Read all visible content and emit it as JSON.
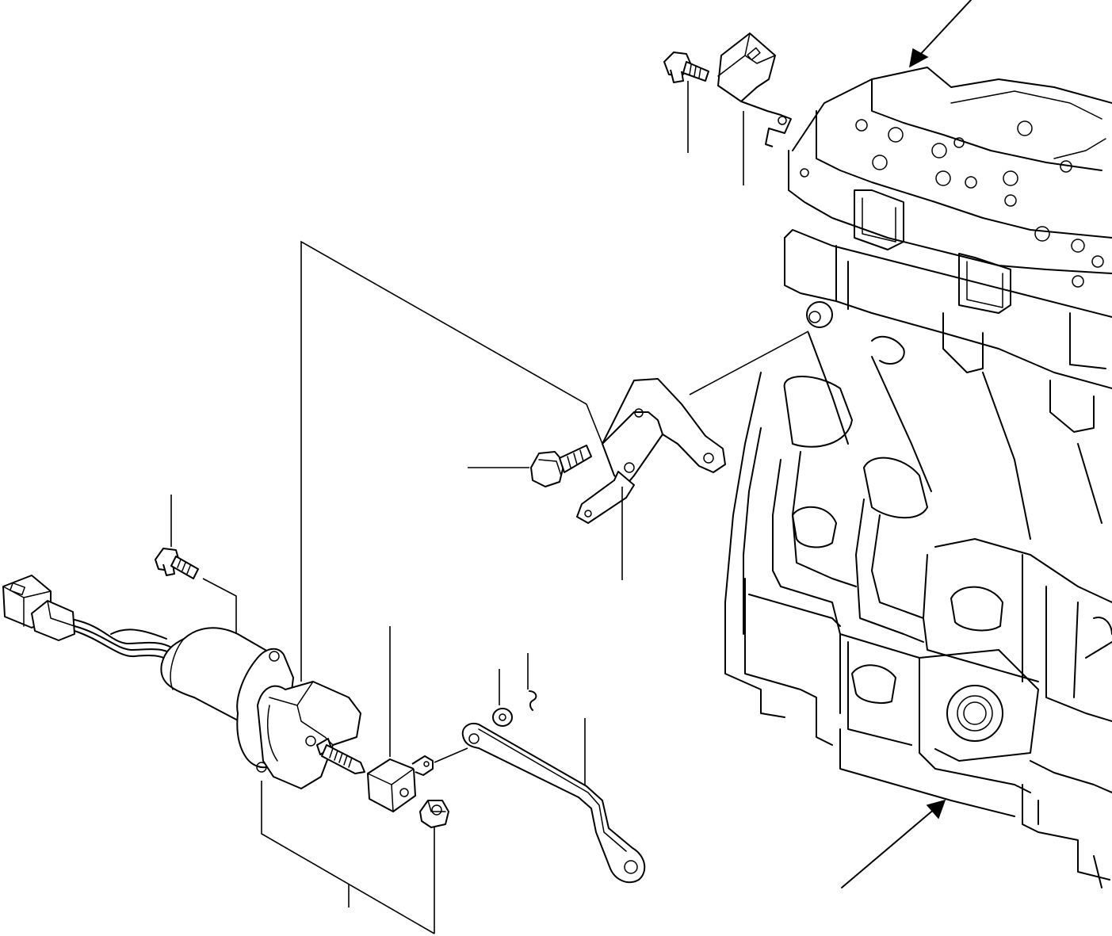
{
  "drawing": {
    "kind": "exploded parts diagram",
    "line_color": "#000000",
    "background": "#ffffff",
    "parts": [
      "engine-block",
      "fuel-stop-solenoid",
      "solenoid-connector",
      "solenoid-mount-bolt",
      "solenoid-plunger-block",
      "linkage-rod",
      "stop-lever-bracket",
      "bracket-bolt",
      "top-bolt",
      "connector-clip",
      "hex-nut",
      "washer",
      "cotter-pin"
    ],
    "callout_labels": [],
    "arrows": [
      "arrow-top-right",
      "arrow-bottom-right"
    ]
  }
}
